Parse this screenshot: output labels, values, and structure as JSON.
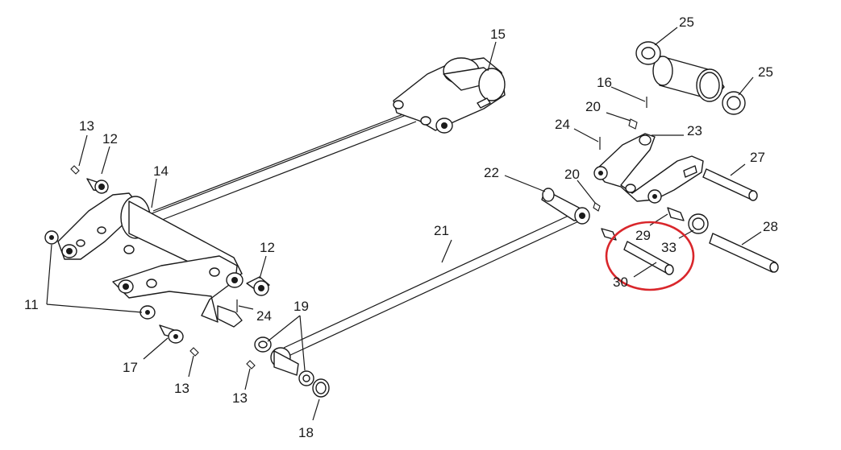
{
  "colors": {
    "line": "#1a1a1a",
    "highlight": "#d9262b",
    "background": "#ffffff"
  },
  "callouts": {
    "c11": "11",
    "c12a": "12",
    "c12b": "12",
    "c13a": "13",
    "c13b": "13",
    "c13c": "13",
    "c14": "14",
    "c15": "15",
    "c16": "16",
    "c17": "17",
    "c18": "18",
    "c19": "19",
    "c20a": "20",
    "c20b": "20",
    "c21": "21",
    "c22": "22",
    "c23": "23",
    "c24a": "24",
    "c24b": "24",
    "c25a": "25",
    "c25b": "25",
    "c27": "27",
    "c28": "28",
    "c29": "29",
    "c30": "30",
    "c33": "33"
  },
  "highlight": {
    "shape": "ellipse",
    "encircles": [
      "29",
      "30",
      "33"
    ]
  }
}
